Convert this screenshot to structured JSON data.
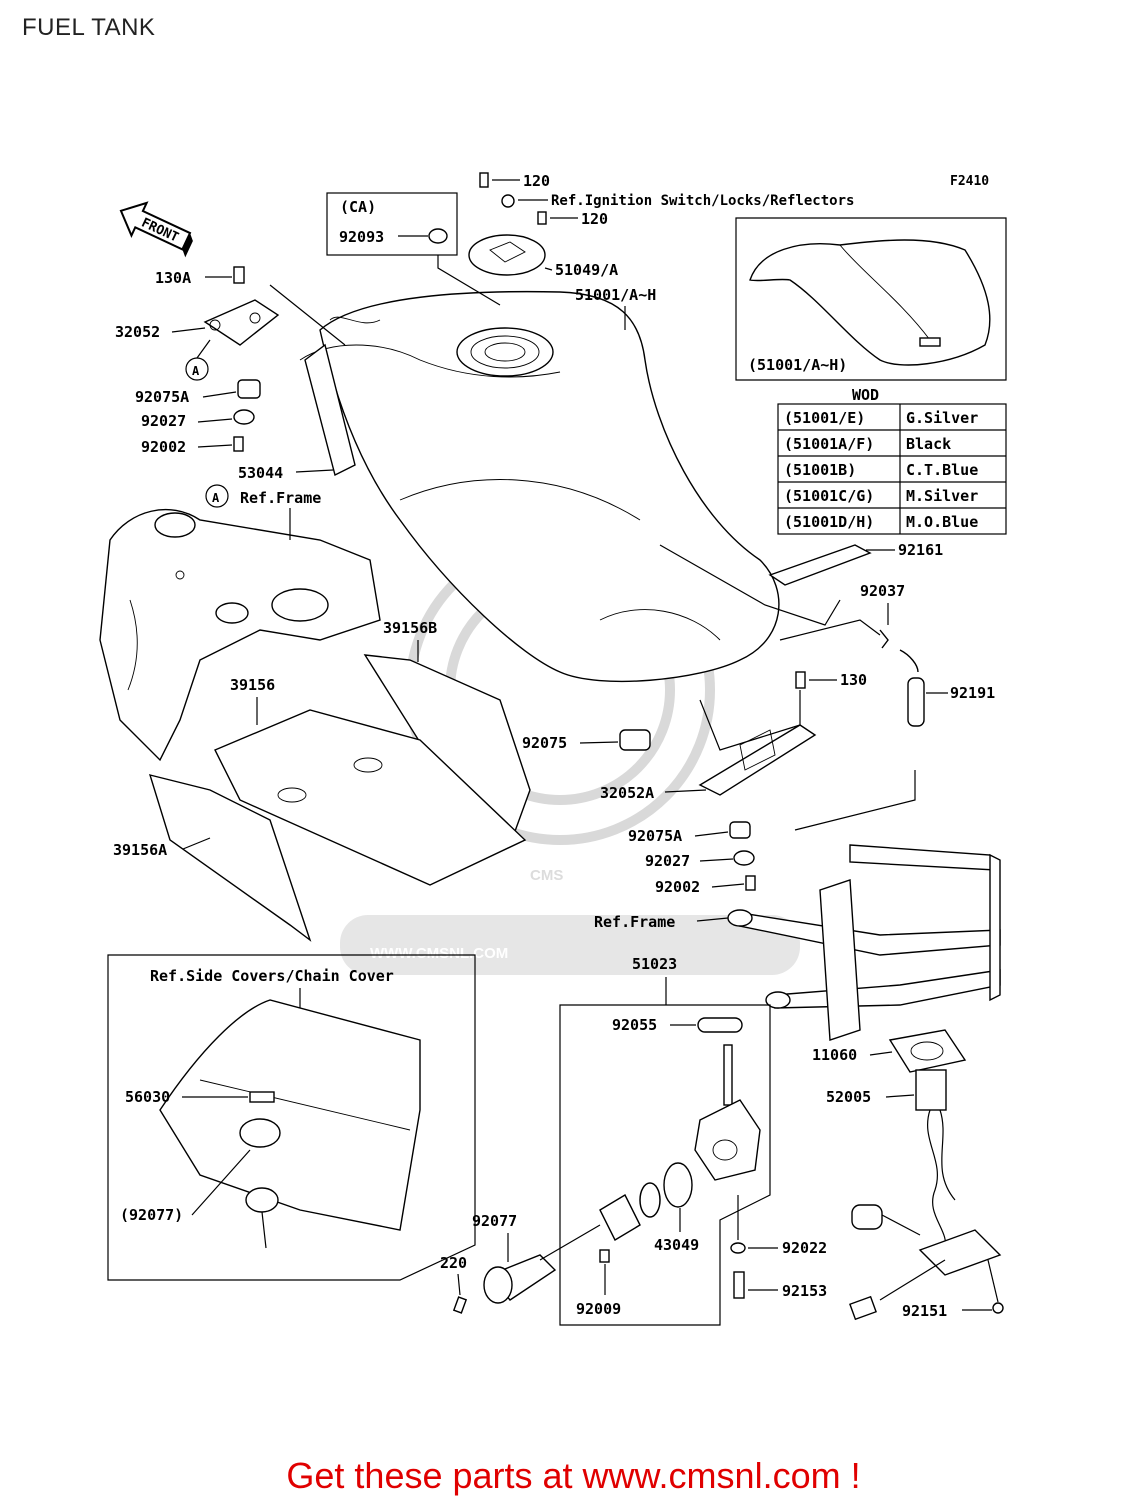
{
  "title": "FUEL TANK",
  "figure_code": "F2410",
  "front_label": "FRONT",
  "watermark": {
    "brand": "CMS",
    "url": "WWW.CMSNL.COM"
  },
  "call_to_action": "Get these parts at www.cmsnl.com !",
  "ca_box": {
    "label": "(CA)",
    "part": "92093"
  },
  "inset_tank_label": "(51001/A~H)",
  "wod": {
    "header": "WOD",
    "rows": [
      {
        "code": "(51001/E)",
        "color": "G.Silver"
      },
      {
        "code": "(51001A/F)",
        "color": "Black"
      },
      {
        "code": "(51001B)",
        "color": "C.T.Blue"
      },
      {
        "code": "(51001C/G)",
        "color": "M.Silver"
      },
      {
        "code": "(51001D/H)",
        "color": "M.O.Blue"
      }
    ]
  },
  "references": {
    "ignition": "Ref.Ignition Switch/Locks/Reflectors",
    "frame_top": "Ref.Frame",
    "frame_bottom": "Ref.Frame",
    "side_covers": "Ref.Side Covers/Chain Cover"
  },
  "marker_a": "A",
  "parts": {
    "p120a": "120",
    "p120b": "120",
    "p51049": "51049/A",
    "p51001": "51001/A~H",
    "p130a": "130A",
    "p32052": "32052",
    "p92075a_top": "92075A",
    "p92027_top": "92027",
    "p92002_top": "92002",
    "p53044": "53044",
    "p92161": "92161",
    "p92037": "92037",
    "p130": "130",
    "p92191": "92191",
    "p39156b": "39156B",
    "p39156": "39156",
    "p92075": "92075",
    "p32052a": "32052A",
    "p39156a": "39156A",
    "p92075a_bot": "92075A",
    "p92027_bot": "92027",
    "p92002_bot": "92002",
    "p51023": "51023",
    "p92055": "92055",
    "p11060": "11060",
    "p56030": "56030",
    "p52005": "52005",
    "p92077_paren": "(92077)",
    "p92077": "92077",
    "p43049": "43049",
    "p92022": "92022",
    "p220": "220",
    "p92153": "92153",
    "p92009": "92009",
    "p92151": "92151"
  }
}
